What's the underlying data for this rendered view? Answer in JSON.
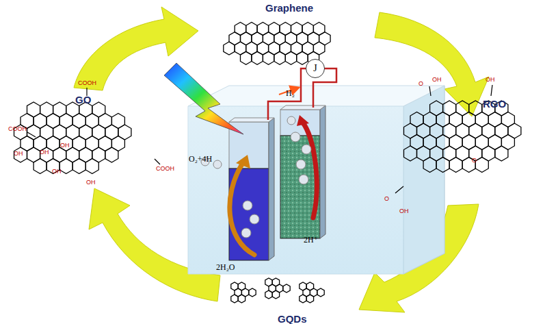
{
  "diagram": {
    "nodes": [
      {
        "text": [
          "J"
        ]
      }
    ],
    "labels": [
      "Graphene",
      "GO",
      "RGO",
      "GQDs",
      "H₂",
      "O₂+4H",
      "2H⁺",
      "2H₂O",
      "COOH",
      "COOH",
      "COOH",
      "OH",
      "OH",
      "OH",
      "OH",
      "OH",
      "O",
      "OH",
      "OH",
      "O",
      "O",
      "OH"
    ]
  }
}
